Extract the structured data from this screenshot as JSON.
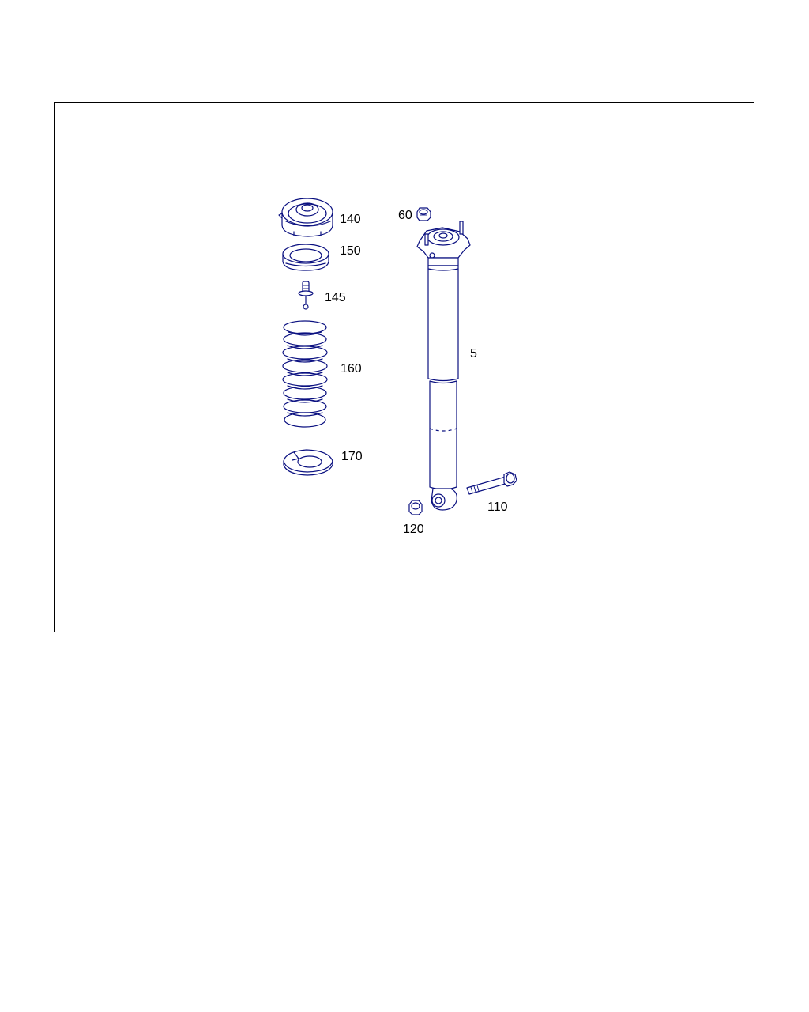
{
  "diagram": {
    "labels": {
      "p140": "140",
      "p150": "150",
      "p145": "145",
      "p160": "160",
      "p170": "170",
      "p60": "60",
      "p5": "5",
      "p110": "110",
      "p120": "120"
    },
    "line_color": "#0a1080",
    "frame_color": "#000000",
    "background": "#ffffff"
  }
}
